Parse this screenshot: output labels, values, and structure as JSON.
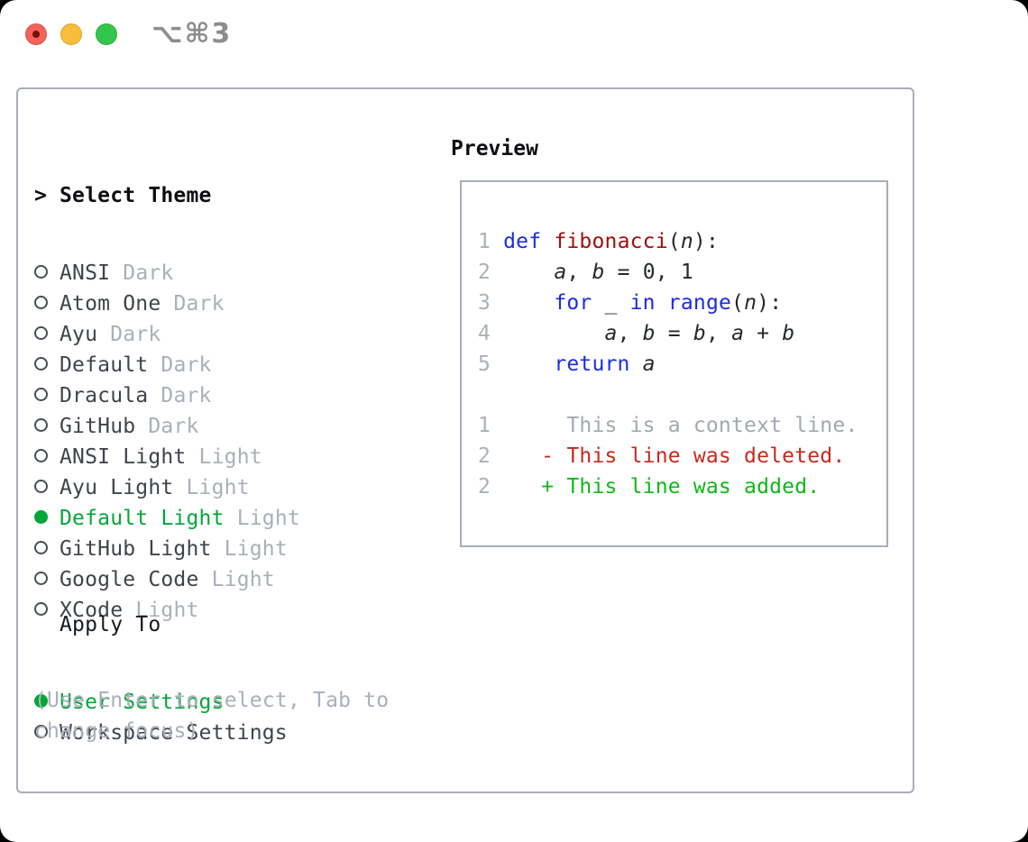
{
  "window": {
    "title": "⌥⌘3",
    "traffic_lights": [
      {
        "name": "close",
        "color": "#f4635a",
        "has_dot": true,
        "dot_color": "#76100a"
      },
      {
        "name": "minimize",
        "color": "#f8bd39",
        "has_dot": false
      },
      {
        "name": "zoom",
        "color": "#32c74a",
        "has_dot": false
      }
    ]
  },
  "theme_panel": {
    "header": {
      "marker": ">",
      "label": "Select Theme"
    },
    "themes": [
      {
        "name": "ANSI",
        "tag": "Dark",
        "selected": false
      },
      {
        "name": "Atom One",
        "tag": "Dark",
        "selected": false
      },
      {
        "name": "Ayu",
        "tag": "Dark",
        "selected": false
      },
      {
        "name": "Default",
        "tag": "Dark",
        "selected": false
      },
      {
        "name": "Dracula",
        "tag": "Dark",
        "selected": false
      },
      {
        "name": "GitHub",
        "tag": "Dark",
        "selected": false
      },
      {
        "name": "ANSI Light",
        "tag": "Light",
        "selected": false
      },
      {
        "name": "Ayu Light",
        "tag": "Light",
        "selected": false
      },
      {
        "name": "Default Light",
        "tag": "Light",
        "selected": true
      },
      {
        "name": "GitHub Light",
        "tag": "Light",
        "selected": false
      },
      {
        "name": "Google Code",
        "tag": "Light",
        "selected": false
      },
      {
        "name": "XCode",
        "tag": "Light",
        "selected": false
      }
    ],
    "apply_to": {
      "header": "Apply To",
      "options": [
        {
          "name": "User Settings",
          "selected": true
        },
        {
          "name": "Workspace Settings",
          "selected": false
        }
      ]
    },
    "help_lines": [
      "(Use Enter to select, Tab to",
      "change focus)"
    ]
  },
  "preview": {
    "header": "Preview",
    "lines": [
      {
        "segments": [
          {
            "t": "1 ",
            "c": "ln"
          },
          {
            "t": "def",
            "c": "kw"
          },
          {
            "t": " ",
            "c": "code"
          },
          {
            "t": "fibonacci",
            "c": "fn"
          },
          {
            "t": "(",
            "c": "code"
          },
          {
            "t": "n",
            "c": "var"
          },
          {
            "t": "):",
            "c": "code"
          }
        ]
      },
      {
        "segments": [
          {
            "t": "2 ",
            "c": "ln"
          },
          {
            "t": "    ",
            "c": "code"
          },
          {
            "t": "a",
            "c": "var"
          },
          {
            "t": ", ",
            "c": "code"
          },
          {
            "t": "b",
            "c": "var"
          },
          {
            "t": " = 0, 1",
            "c": "code"
          }
        ]
      },
      {
        "segments": [
          {
            "t": "3 ",
            "c": "ln"
          },
          {
            "t": "    ",
            "c": "code"
          },
          {
            "t": "for",
            "c": "kw"
          },
          {
            "t": " _ ",
            "c": "code"
          },
          {
            "t": "in",
            "c": "kw"
          },
          {
            "t": " ",
            "c": "code"
          },
          {
            "t": "range",
            "c": "kw"
          },
          {
            "t": "(",
            "c": "code"
          },
          {
            "t": "n",
            "c": "var"
          },
          {
            "t": "):",
            "c": "code"
          }
        ]
      },
      {
        "segments": [
          {
            "t": "4 ",
            "c": "ln"
          },
          {
            "t": "        ",
            "c": "code"
          },
          {
            "t": "a",
            "c": "var"
          },
          {
            "t": ", ",
            "c": "code"
          },
          {
            "t": "b",
            "c": "var"
          },
          {
            "t": " = ",
            "c": "code"
          },
          {
            "t": "b",
            "c": "var"
          },
          {
            "t": ", ",
            "c": "code"
          },
          {
            "t": "a",
            "c": "var"
          },
          {
            "t": " + ",
            "c": "code"
          },
          {
            "t": "b",
            "c": "var"
          }
        ]
      },
      {
        "segments": [
          {
            "t": "5 ",
            "c": "ln"
          },
          {
            "t": "    ",
            "c": "code"
          },
          {
            "t": "return",
            "c": "kw"
          },
          {
            "t": " ",
            "c": "code"
          },
          {
            "t": "a",
            "c": "var"
          }
        ]
      },
      {
        "segments": []
      },
      {
        "segments": [
          {
            "t": "1",
            "c": "ln"
          },
          {
            "t": "      This is a context line.",
            "c": "ctx"
          }
        ]
      },
      {
        "segments": [
          {
            "t": "2",
            "c": "ln"
          },
          {
            "t": "    ",
            "c": "code"
          },
          {
            "t": "- This line was deleted.",
            "c": "del"
          }
        ]
      },
      {
        "segments": [
          {
            "t": "2",
            "c": "ln"
          },
          {
            "t": "    ",
            "c": "code"
          },
          {
            "t": "+ This line was added.",
            "c": "add"
          }
        ]
      }
    ]
  },
  "colors": {
    "selection_green": "#00a737",
    "diff_added_green": "#0cb916",
    "diff_deleted_red": "#c8291c",
    "keyword_blue": "#1b2be8",
    "function_red": "#a00f0f",
    "muted_gray": "#a9b0bb",
    "text_dark": "#3f444d",
    "border_gray": "#a8aeb8",
    "title_gray": "#8d8d8d"
  }
}
